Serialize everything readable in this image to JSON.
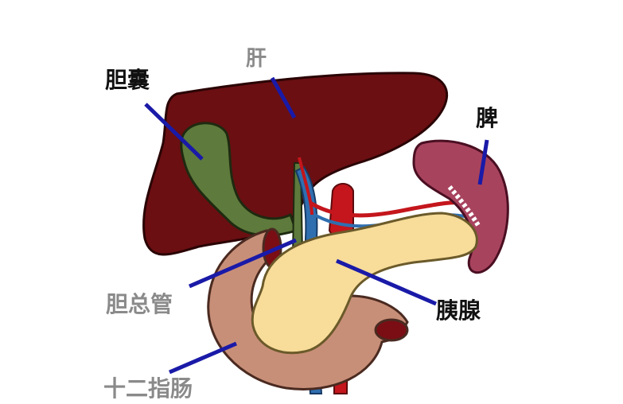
{
  "diagram": {
    "labels": {
      "liver": "肝",
      "gallbladder": "胆囊",
      "spleen": "脾",
      "common_bile_duct": "胆总管",
      "pancreas": "胰腺",
      "duodenum": "十二指肠"
    },
    "colors": {
      "liver": "#6b0f12",
      "gallbladder": "#5e7a3c",
      "spleen": "#a8435e",
      "pancreas": "#f7dc9a",
      "duodenum": "#c88f78",
      "artery": "#c4161c",
      "vein": "#2f6fb0",
      "pointer": "#1a1aa8",
      "label_dark": "#111111",
      "label_gray": "#8a8a8a"
    }
  }
}
